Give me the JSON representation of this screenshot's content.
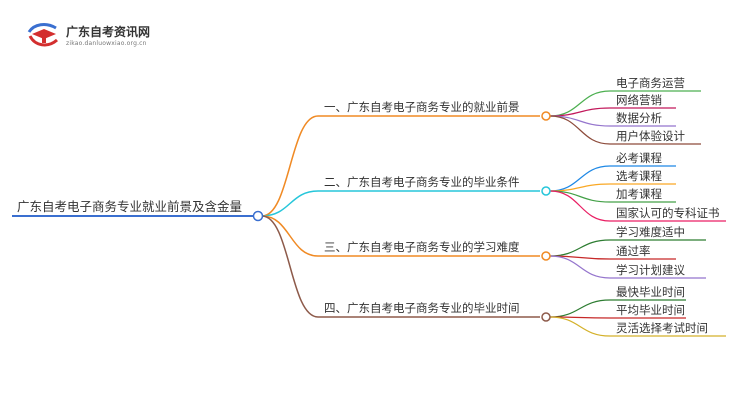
{
  "logo": {
    "title": "广东自考资讯网",
    "subtitle": "zikao.danluowxiao.org.cn"
  },
  "root": {
    "label": "广东自考电子商务专业就业前景及含金量",
    "color": "#3a6fd0"
  },
  "branches": [
    {
      "label": "一、广东自考电子商务专业的就业前景",
      "color": "#f08a24",
      "children": [
        {
          "label": "电子商务运营",
          "color": "#4caf50"
        },
        {
          "label": "网络营销",
          "color": "#c2185b"
        },
        {
          "label": "数据分析",
          "color": "#9575cd"
        },
        {
          "label": "用户体验设计",
          "color": "#8d4b3b"
        }
      ]
    },
    {
      "label": "二、广东自考电子商务专业的毕业条件",
      "color": "#26c6da",
      "children": [
        {
          "label": "必考课程",
          "color": "#1e88e5"
        },
        {
          "label": "选考课程",
          "color": "#f9a825"
        },
        {
          "label": "加考课程",
          "color": "#43a047"
        },
        {
          "label": "国家认可的专科证书",
          "color": "#e91e63"
        }
      ]
    },
    {
      "label": "三、广东自考电子商务专业的学习难度",
      "color": "#f08a24",
      "children": [
        {
          "label": "学习难度适中",
          "color": "#2e7d32"
        },
        {
          "label": "通过率",
          "color": "#c62828"
        },
        {
          "label": "学习计划建议",
          "color": "#9575cd"
        }
      ]
    },
    {
      "label": "四、广东自考电子商务专业的毕业时间",
      "color": "#8d5a4a",
      "children": [
        {
          "label": "最快毕业时间",
          "color": "#2e7d32"
        },
        {
          "label": "平均毕业时间",
          "color": "#c62828"
        },
        {
          "label": "灵活选择考试时间",
          "color": "#d4b12a"
        }
      ]
    }
  ]
}
